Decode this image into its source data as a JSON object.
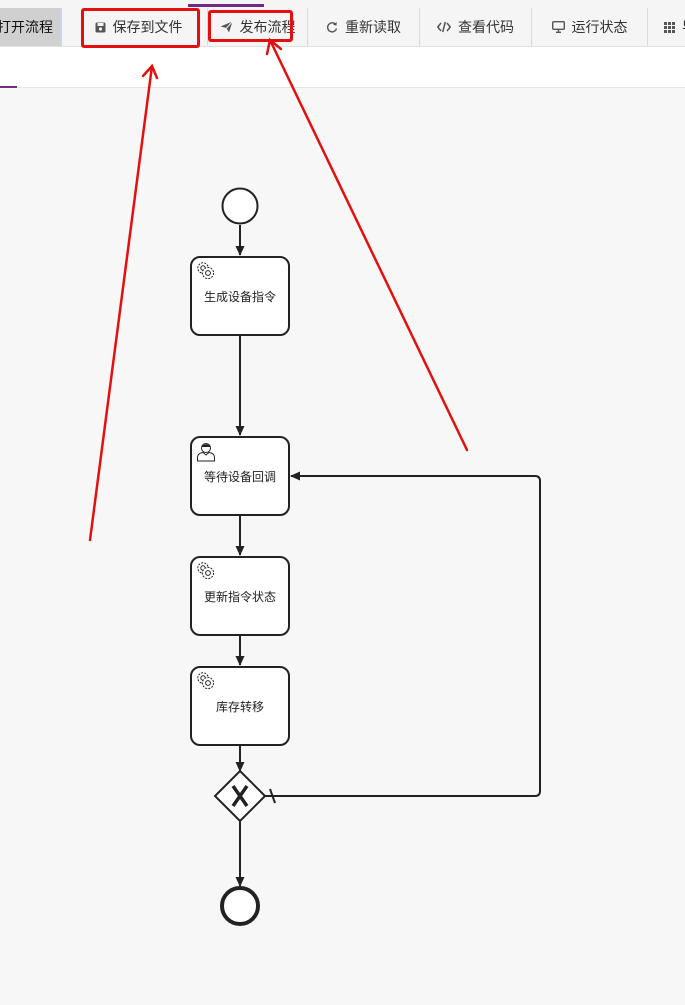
{
  "toolbar": {
    "open": "打开流程",
    "save": "保存到文件",
    "publish": "发布流程",
    "reload": "重新读取",
    "code": "查看代码",
    "run": "运行状态",
    "more": "导"
  },
  "diagram": {
    "tasks": [
      {
        "label": "生成设备指令",
        "icon": "gear-icon"
      },
      {
        "label": "等待设备回调",
        "icon": "user-icon"
      },
      {
        "label": "更新指令状态",
        "icon": "gear-icon"
      },
      {
        "label": "库存转移",
        "icon": "gear-icon"
      }
    ],
    "gateway_icon": "x-icon"
  },
  "colors": {
    "accent": "#6f2c82",
    "annotation": "#e41010",
    "stroke": "#222222"
  }
}
